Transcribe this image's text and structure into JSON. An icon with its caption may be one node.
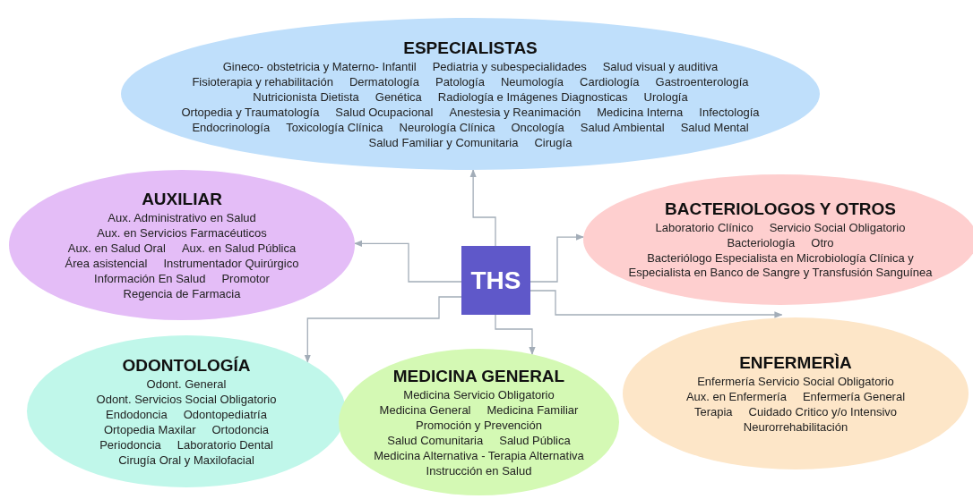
{
  "diagram": {
    "nodes": [
      {
        "text": [
          "ESPECIALISTAS",
          "Gineco- obstetricia y Materno- Infantil",
          "Pediatria y subespecialidades",
          "Salud visual y auditiva",
          "Fisioterapia y rehabilitación",
          "Dermatología",
          "Patología",
          "Neumología",
          "Cardiología",
          "Gastroenterología",
          "Nutricionista Dietista",
          "Genética",
          "Radiología e Imágenes Diagnosticas",
          "Urología",
          "Ortopedia y Traumatología",
          "Salud Ocupacional",
          "Anestesia y Reanimación",
          "Medicina Interna",
          "Infectología",
          "Endocrinología",
          "Toxicología Clínica",
          "Neurología Clínica",
          "Oncología",
          "Salud Ambiental",
          "Salud Mental",
          "Salud Familiar y Comunitaria",
          "Cirugía"
        ]
      },
      {
        "text": [
          "AUXILIAR",
          "Aux. Administrativo en Salud",
          "Aux. en Servicios Farmacéuticos",
          "Aux. en Salud Oral",
          "Aux. en Salud Pública",
          "Área asistencial",
          "Instrumentador Quirúrgico",
          "Información En Salud",
          "Promotor",
          "Regencia de Farmacia"
        ]
      },
      {
        "text": [
          "THS"
        ]
      },
      {
        "text": [
          "BACTERIOLOGOS Y OTROS",
          "Laboratorio Clínico",
          "Servicio Social Obligatorio",
          "Bacteriología",
          "Otro",
          "Bacteriólogo Especialista en Microbiología Clínica y Especialista en Banco de Sangre y Transfusión Sanguínea"
        ]
      },
      {
        "text": [
          "ODONTOLOGÍA",
          "Odont. General",
          "Odont. Servicios Social Obligatorio",
          "Endodoncia",
          "Odontopediatría",
          "Ortopedia Maxilar",
          "Ortodoncia",
          "Periodoncia",
          "Laboratorio Dental",
          "Cirugía Oral y Maxilofacial"
        ]
      },
      {
        "text": [
          "MEDICINA GENERAL",
          "Medicina Servicio Obligatorio",
          "Medicina General",
          "Medicina Familiar",
          "Promoción y Prevención",
          "Salud Comunitaria",
          "Salud Pública",
          "Medicina Alternativa - Terapia Alternativa",
          "Instrucción en Salud"
        ]
      },
      {
        "text": [
          "ENFERMERÌA",
          "Enfermería Servicio Social Obligatorio",
          "Aux. en Enfermería",
          "Enfermería General",
          "Terapia",
          "Cuidado Critico y/o Intensivo",
          "Neurorrehabilitación"
        ]
      }
    ],
    "edges": [
      {
        "from": 2,
        "to": 0,
        "arrow": "to"
      },
      {
        "from": 2,
        "to": 1,
        "arrow": "to"
      },
      {
        "from": 2,
        "to": 3,
        "arrow": "to"
      },
      {
        "from": 2,
        "to": 4,
        "arrow": "to"
      },
      {
        "from": 2,
        "to": 5,
        "arrow": "to"
      },
      {
        "from": 2,
        "to": 6,
        "arrow": "to"
      }
    ]
  }
}
